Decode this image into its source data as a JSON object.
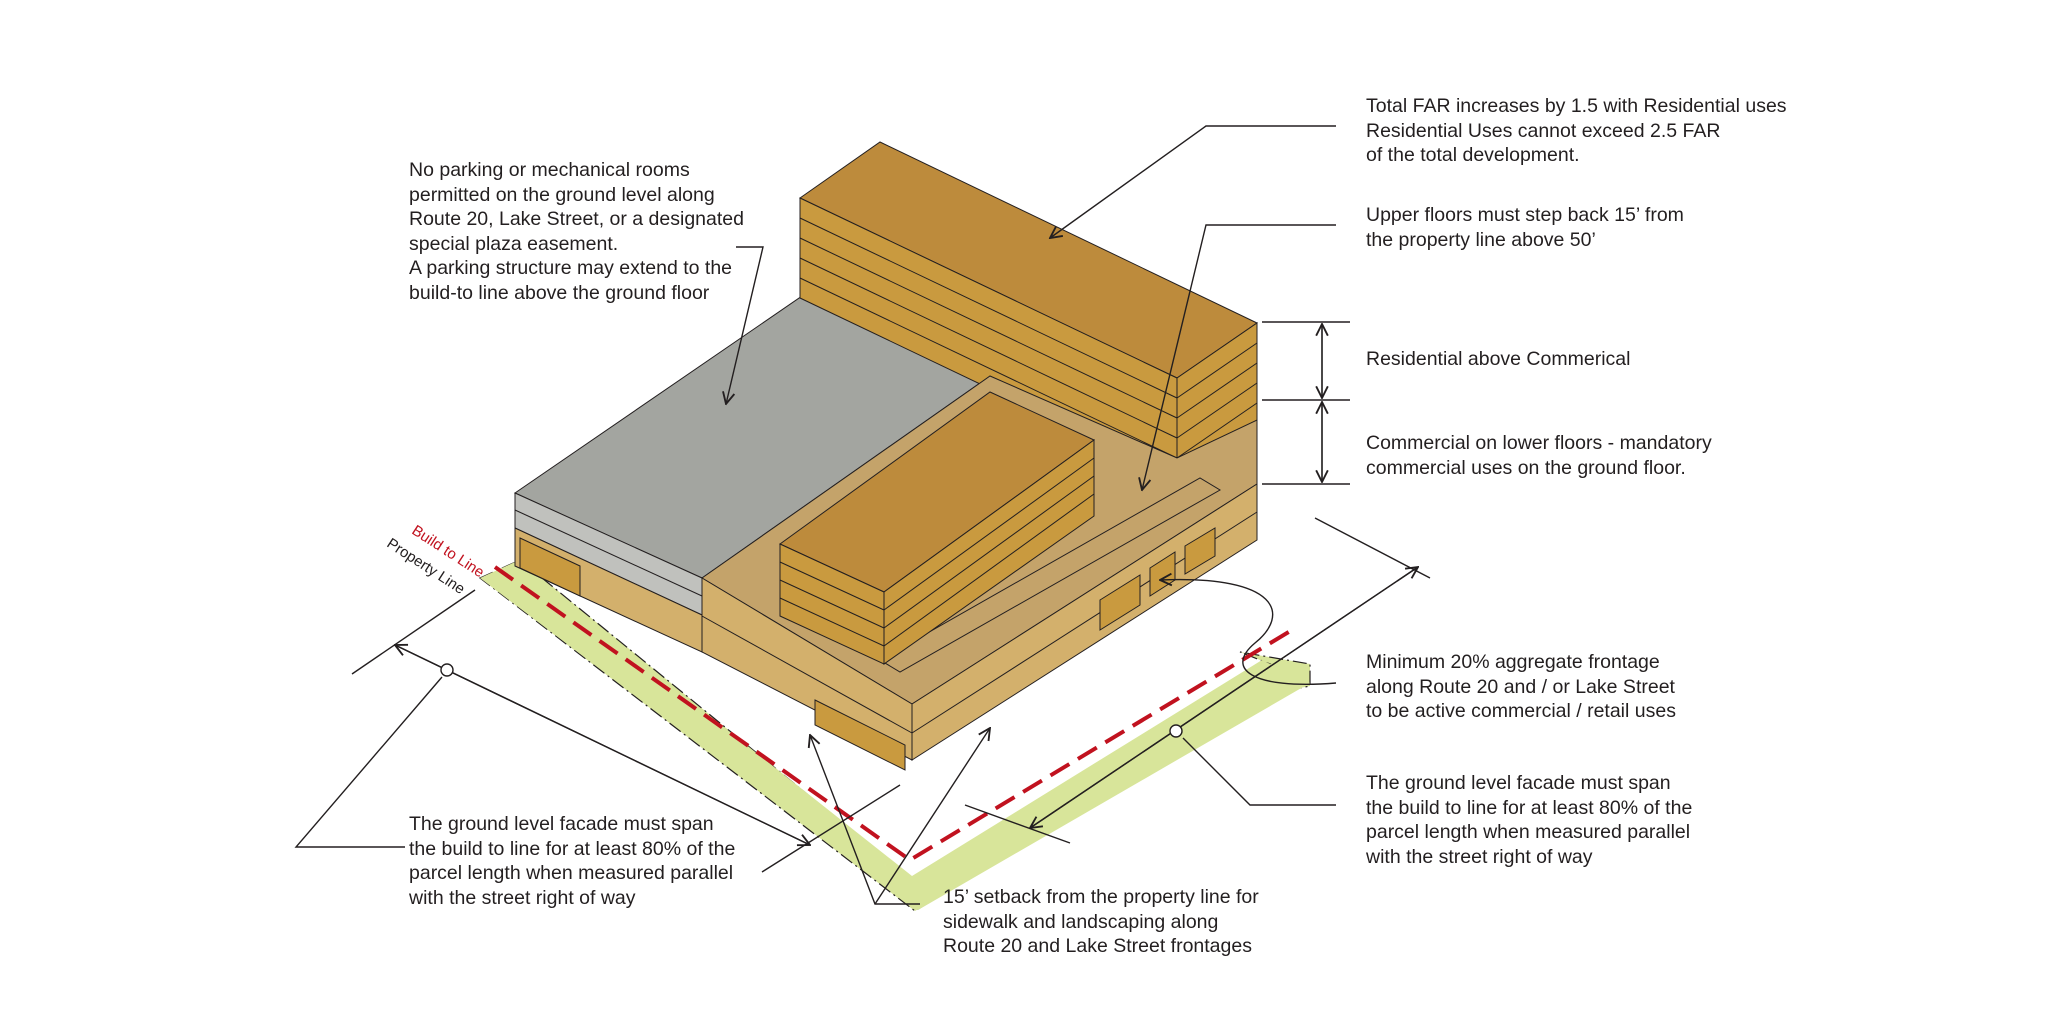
{
  "colors": {
    "roof_top": "#bd8b3c",
    "residential_side": "#c99a3f",
    "commercial_top": "#c4a36a",
    "commercial_side": "#d3b06c",
    "parking_top": "#a3a5a0",
    "parking_side": "#c0c1bd",
    "landscape": "#d8e59a",
    "build_to_line": "#c1121f",
    "line": "#231f20"
  },
  "labels": {
    "build_to_line": "Build to Line",
    "property_line": "Property Line"
  },
  "notes": {
    "parking": [
      "No parking or mechanical rooms",
      "permitted on the ground level along",
      "Route 20, Lake Street, or a designated",
      "special plaza easement.",
      "A parking structure may extend to the",
      "build-to line above the ground floor"
    ],
    "far": [
      "Total FAR increases by 1.5 with Residential uses",
      "Residential Uses cannot exceed 2.5 FAR",
      "of the total development."
    ],
    "stepback": [
      "Upper floors must step back 15’ from",
      "the property line above 50’"
    ],
    "residential": [
      "Residential above Commerical"
    ],
    "commercial": [
      "Commercial on lower floors - mandatory",
      "commercial uses on the ground floor."
    ],
    "frontage": [
      "Minimum 20% aggregate frontage",
      "along Route 20 and / or Lake Street",
      "to be active commercial / retail uses"
    ],
    "facade_right": [
      "The ground level facade must span",
      "the build to line for at least 80% of the",
      "parcel length when measured parallel",
      "with the street right of way"
    ],
    "facade_left": [
      "The ground level facade must span",
      "the build to line for at least 80% of the",
      "parcel length when measured parallel",
      "with the street right of way"
    ],
    "setback": [
      "15’ setback from the property line for",
      "sidewalk and landscaping along",
      "Route 20 and Lake Street frontages"
    ]
  }
}
